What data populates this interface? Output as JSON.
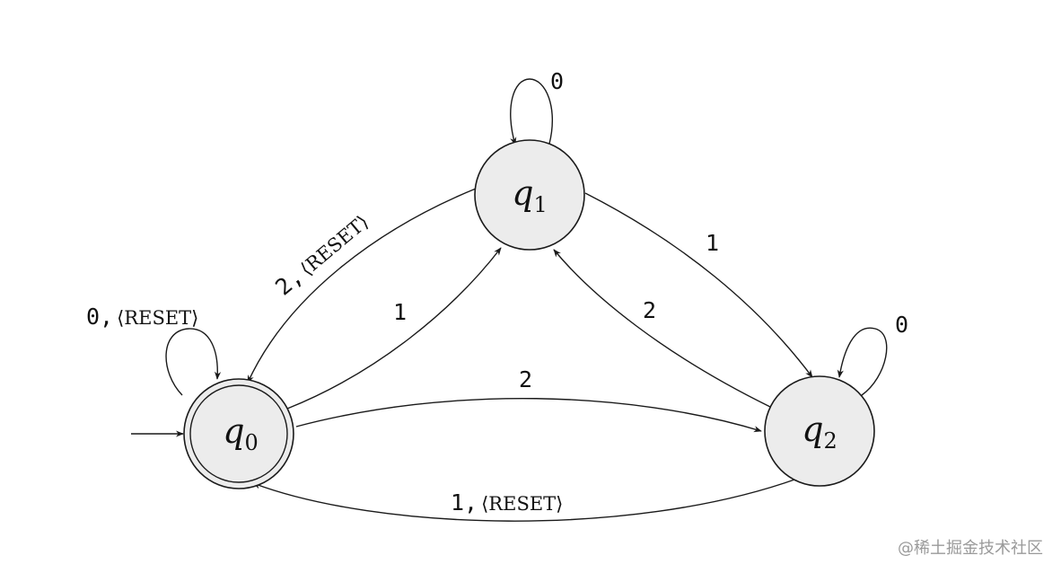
{
  "states": {
    "q0": {
      "name": "q",
      "sub": "0",
      "accepting": true,
      "initial": true
    },
    "q1": {
      "name": "q",
      "sub": "1",
      "accepting": false,
      "initial": false
    },
    "q2": {
      "name": "q",
      "sub": "2",
      "accepting": false,
      "initial": false
    }
  },
  "transitions": [
    {
      "id": "q0_self",
      "from": "q0",
      "to": "q0",
      "input": "0,",
      "output": "⟨RESET⟩"
    },
    {
      "id": "q1_q0",
      "from": "q1",
      "to": "q0",
      "input": "2,",
      "output": "⟨RESET⟩"
    },
    {
      "id": "q0_q1",
      "from": "q0",
      "to": "q1",
      "input": "1",
      "output": ""
    },
    {
      "id": "q1_self",
      "from": "q1",
      "to": "q1",
      "input": "0",
      "output": ""
    },
    {
      "id": "q1_q2",
      "from": "q1",
      "to": "q2",
      "input": "1",
      "output": ""
    },
    {
      "id": "q2_q1",
      "from": "q2",
      "to": "q1",
      "input": "2",
      "output": ""
    },
    {
      "id": "q0_q2",
      "from": "q0",
      "to": "q2",
      "input": "2",
      "output": ""
    },
    {
      "id": "q2_self",
      "from": "q2",
      "to": "q2",
      "input": "0",
      "output": ""
    },
    {
      "id": "q2_q0",
      "from": "q2",
      "to": "q0",
      "input": "1,",
      "output": "⟨RESET⟩"
    }
  ],
  "watermark": "@稀土掘金技术社区"
}
